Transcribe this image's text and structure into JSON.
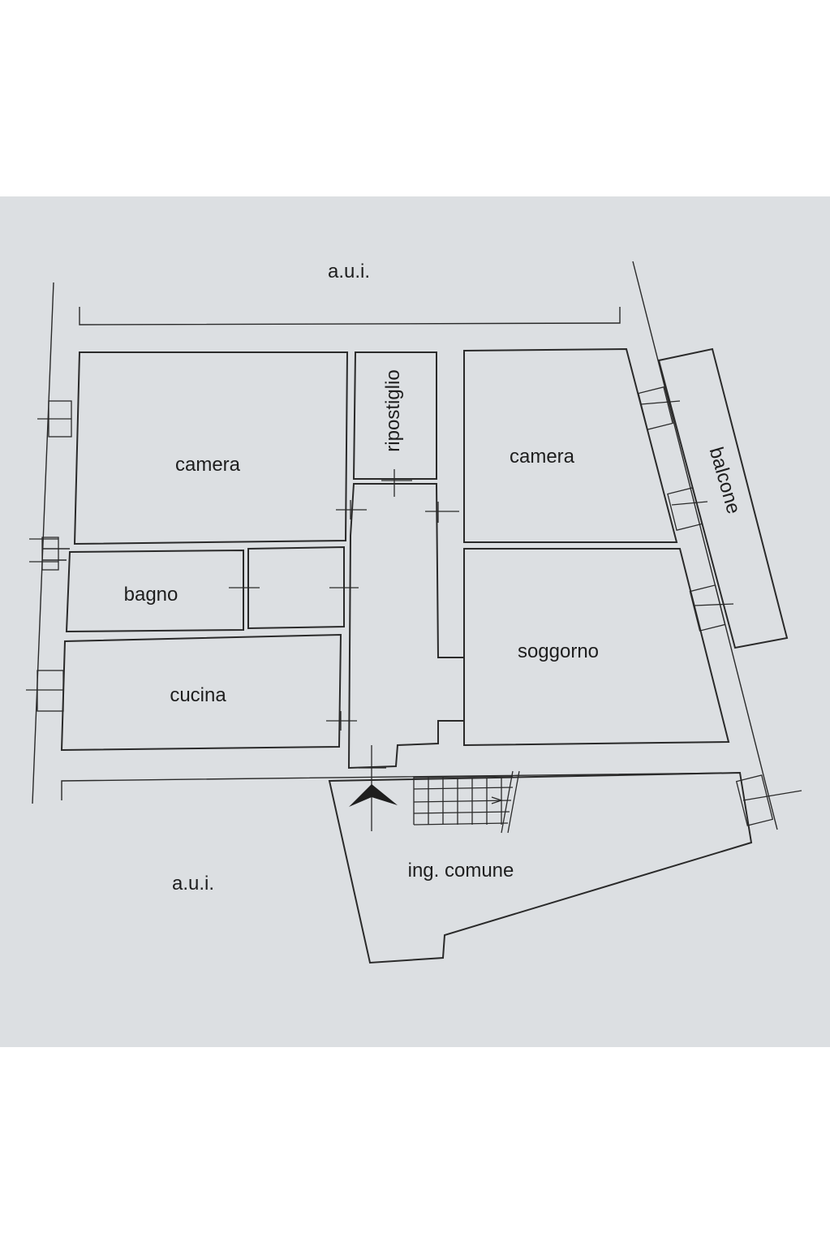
{
  "labels": {
    "aui_top": "a.u.i.",
    "aui_bottom": "a.u.i.",
    "camera_left": "camera",
    "ripostiglio": "ripostiglio",
    "camera_right": "camera",
    "balcone": "balcone",
    "bagno": "bagno",
    "cucina": "cucina",
    "soggiorno": "soggorno",
    "ingresso": "ing. comune"
  },
  "colors": {
    "paper": "#dcdfe2",
    "line": "#2a2a2a",
    "text": "#1e1e1e"
  },
  "icons": {
    "entrance": "entrance-arrow-icon",
    "stairs": "stairs-icon"
  }
}
